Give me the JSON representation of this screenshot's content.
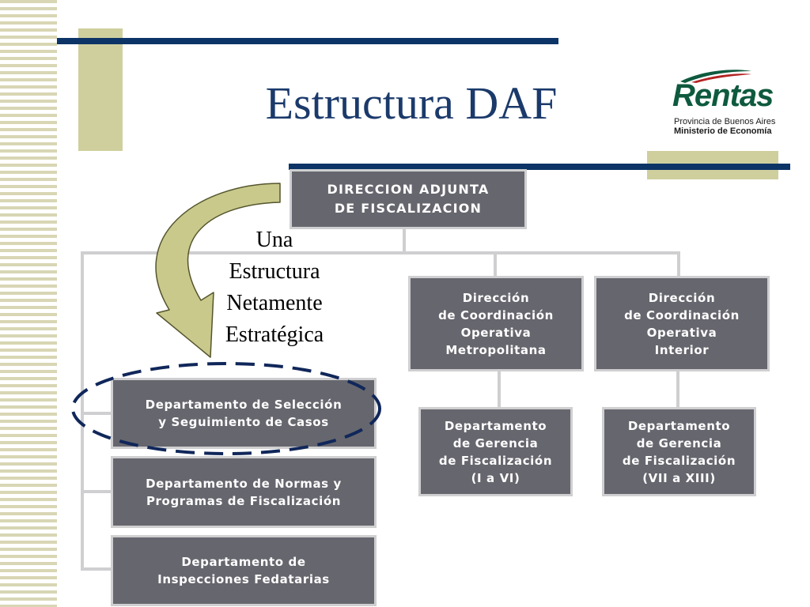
{
  "slide": {
    "title": "Estructura DAF"
  },
  "logo": {
    "name": "Rentas",
    "line1": "Provincia de Buenos Aires",
    "line2": "Ministerio de Economía"
  },
  "callout": "Una\nEstructura\nNetamente\nEstratégica",
  "org": {
    "root": "DIRECCION ADJUNTA\nDE FISCALIZACION",
    "dir_metropolitana": "Dirección\nde Coordinación\nOperativa\nMetropolitana",
    "dir_interior": "Dirección\nde Coordinación\nOperativa\nInterior",
    "dept_seleccion": "Departamento de Selección\ny Seguimiento de Casos",
    "dept_normas": "Departamento de Normas y\nProgramas de Fiscalización",
    "dept_inspecciones": "Departamento de\nInspecciones Fedatarias",
    "dept_gerencia_1": "Departamento\nde Gerencia\nde Fiscalización\n(I a VI)",
    "dept_gerencia_2": "Departamento\nde Gerencia\nde Fiscalización\n(VII a XIII)"
  },
  "colors": {
    "title": "#1b3a6b",
    "navy_bar": "#0c3466",
    "olive_bar": "#cfcf9e",
    "box_fill": "#66666e",
    "connector": "#cfcfd1",
    "arrow_fill": "#c8c98b",
    "highlight_ellipse": "#10275a"
  }
}
